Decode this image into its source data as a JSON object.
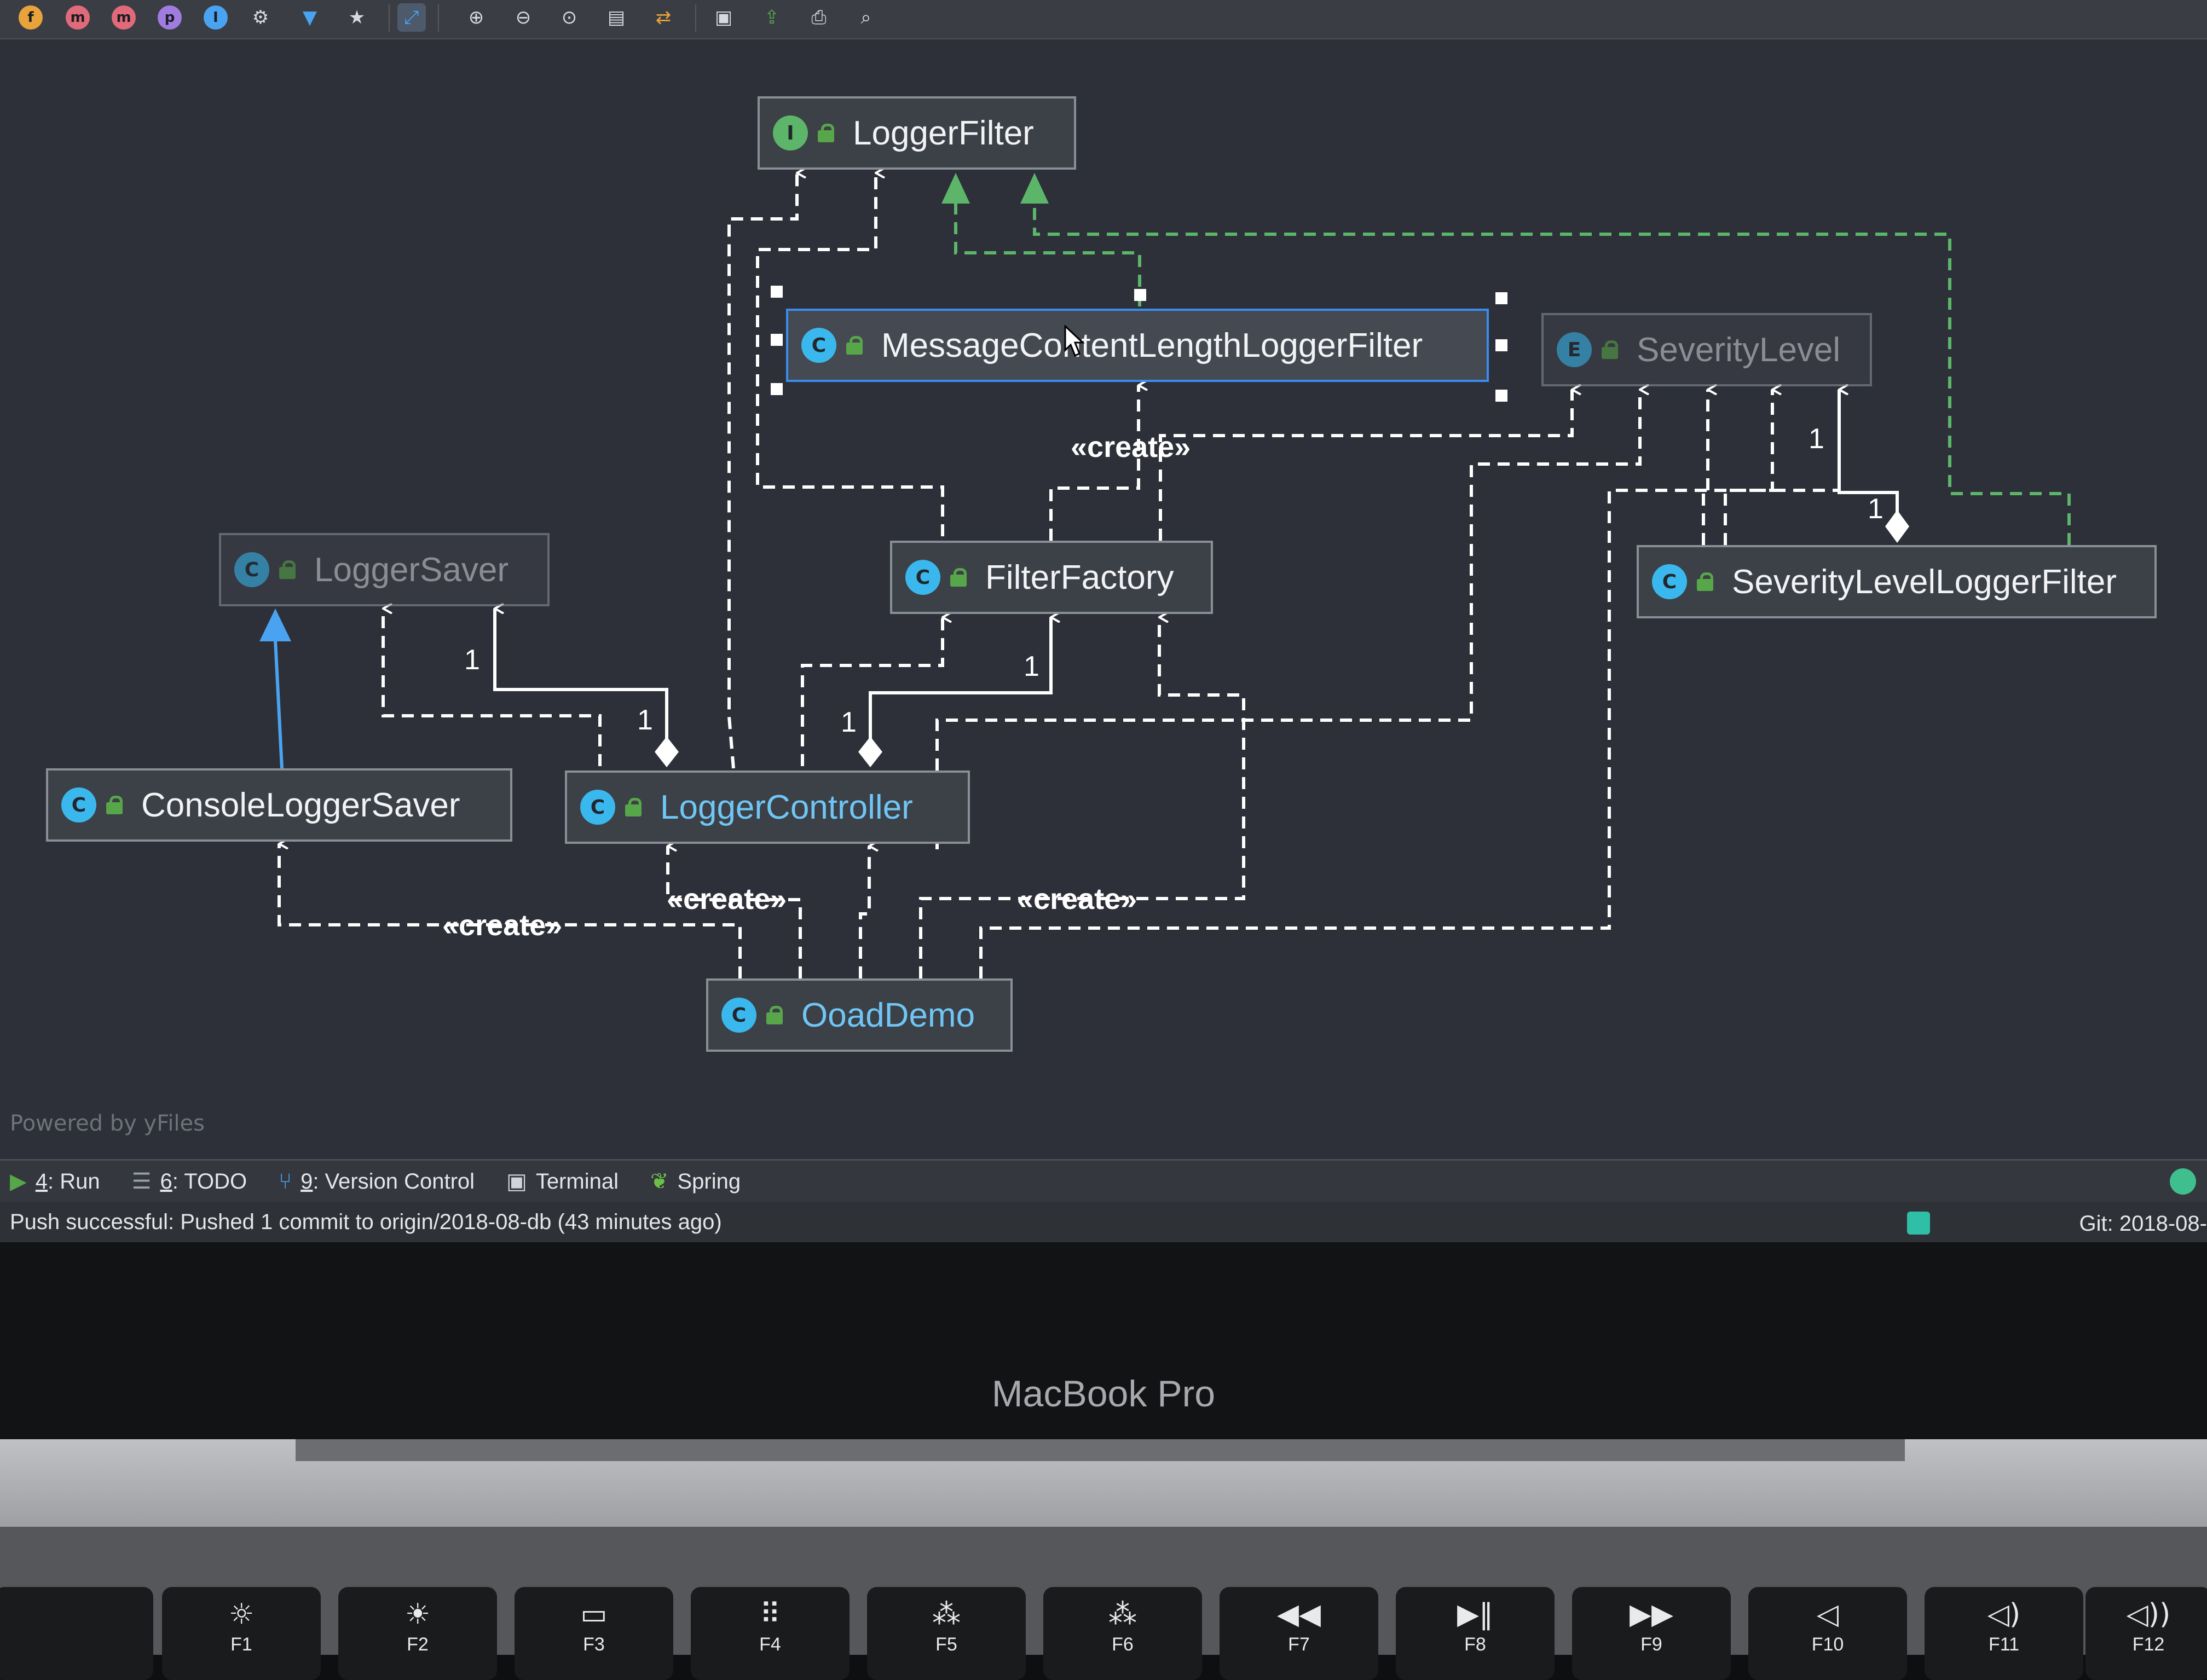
{
  "toolbar": {
    "icons": [
      "f-icon",
      "m-icon",
      "m-icon",
      "p-icon",
      "i-icon",
      "layout-icon",
      "filter-icon",
      "pin-icon",
      "fit-icon",
      "zoom-in-icon",
      "zoom-out-icon",
      "actual-size-icon",
      "export-icon",
      "refresh-icon",
      "save-icon",
      "export-file-icon",
      "print-icon",
      "preview-icon"
    ]
  },
  "diagram": {
    "nodes": {
      "logger_filter": {
        "badge": "I",
        "name": "LoggerFilter",
        "badge_color": "#5db56a"
      },
      "message_content": {
        "badge": "C",
        "name": "MessageContentLengthLoggerFilter",
        "badge_color": "#3ab8ee"
      },
      "severity_level": {
        "badge": "E",
        "name": "SeverityLevel",
        "badge_color": "#3ab8ee"
      },
      "logger_saver": {
        "badge": "C",
        "name": "LoggerSaver",
        "badge_color": "#3ab8ee"
      },
      "filter_factory": {
        "badge": "C",
        "name": "FilterFactory",
        "badge_color": "#3ab8ee"
      },
      "severity_filter": {
        "badge": "C",
        "name": "SeverityLevelLoggerFilter",
        "badge_color": "#3ab8ee"
      },
      "console_saver": {
        "badge": "C",
        "name": "ConsoleLoggerSaver",
        "badge_color": "#3ab8ee"
      },
      "logger_controller": {
        "badge": "C",
        "name": "LoggerController",
        "badge_color": "#3ab8ee"
      },
      "ooad_demo": {
        "badge": "C",
        "name": "OoadDemo",
        "badge_color": "#3ab8ee"
      }
    },
    "edge_labels": {
      "create_1": "«create»",
      "create_2": "«create»",
      "create_3": "«create»",
      "create_4": "«create»"
    },
    "multiplicities": {
      "m1": "1",
      "m2": "1",
      "m3": "1",
      "m4": "1",
      "m5": "1",
      "m6": "1"
    },
    "powered_by": "Powered by yFiles"
  },
  "tool_windows": [
    {
      "num": "4",
      "label": ": Run",
      "icon": "run-icon"
    },
    {
      "num": "6",
      "label": ": TODO",
      "icon": "todo-icon"
    },
    {
      "num": "9",
      "label": ": Version Control",
      "icon": "version-control-icon"
    },
    {
      "num": "",
      "label": "Terminal",
      "icon": "terminal-icon"
    },
    {
      "num": "",
      "label": "Spring",
      "icon": "spring-icon"
    }
  ],
  "status": {
    "message": "Push successful: Pushed 1 commit to origin/2018-08-db (43 minutes ago)",
    "git": "Git: 2018-08-"
  },
  "laptop": {
    "brand": "MacBook Pro",
    "fkeys": [
      "F1",
      "F2",
      "F3",
      "F4",
      "F5",
      "F6",
      "F7",
      "F8",
      "F9",
      "F10",
      "F11",
      "F12"
    ]
  },
  "colors": {
    "accent": "#3a8df0",
    "realization": "#5db56a",
    "inheritance": "#4aa3f0"
  }
}
